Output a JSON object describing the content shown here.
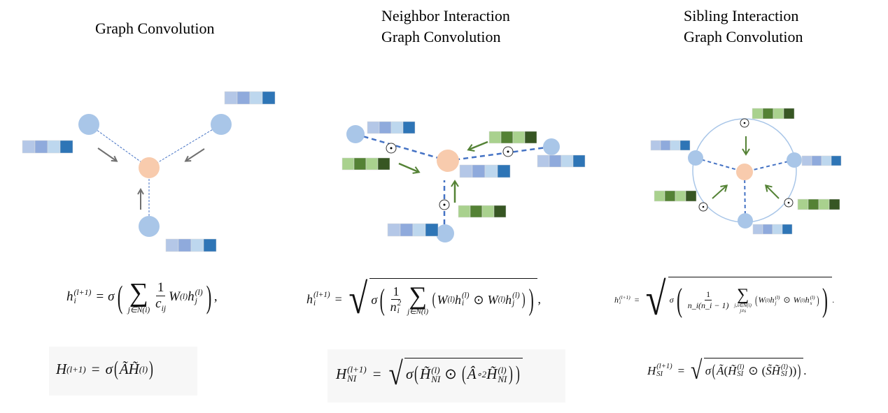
{
  "panels": [
    {
      "title_lines": [
        "Graph Convolution"
      ]
    },
    {
      "title_lines": [
        "Neighbor Interaction",
        "Graph Convolution"
      ]
    },
    {
      "title_lines": [
        "Sibling Interaction",
        "Graph Convolution"
      ]
    }
  ],
  "colors": {
    "center_node": "#F8CBAD",
    "neighbor_node": "#A9C6E8",
    "edge": "#4472C4",
    "ring": "#A9C6E8",
    "blue_vector": [
      "#B4C7E7",
      "#8FAADC",
      "#BDD7EE",
      "#2E75B6"
    ],
    "green_vector": [
      "#A9D18E",
      "#548235",
      "#A9D18E",
      "#375623"
    ],
    "gray_arrow": "#707070",
    "green_arrow": "#548235"
  },
  "formulas": {
    "gc_node": {
      "lhs": "h",
      "lhs_sub": "i",
      "lhs_sup": "(l+1)",
      "eq": "=",
      "sigma": "σ",
      "sum": "∑",
      "sum_lim": "j∈N(i)",
      "frac_num": "1",
      "frac_den": "c",
      "frac_den_sub": "ij",
      "w": "W",
      "w_sup": "(l)",
      "h": "h",
      "h_sub": "j",
      "h_sup": "(l)",
      "tail": ","
    },
    "gc_matrix": {
      "lhs": "H",
      "lhs_sup": "(l+1)",
      "eq": "=",
      "sigma": "σ",
      "a": "Ã",
      "h": "H̃",
      "h_sup": "(l)"
    },
    "ni_node": {
      "lhs": "h",
      "lhs_sub": "i",
      "lhs_sup": "(l+1)",
      "eq": "=",
      "sigma": "σ",
      "frac_num": "1",
      "frac_den": "n",
      "frac_den_sub": "i",
      "frac_den_sup": "2",
      "sum": "∑",
      "sum_lim": "j∈N(i)",
      "w": "W",
      "w_sup": "(l)",
      "h1": "h",
      "h1_sub": "i",
      "h1_sup": "(l)",
      "odot": "⊙",
      "h2": "h",
      "h2_sub": "j",
      "h2_sup": "(l)",
      "tail": ","
    },
    "ni_matrix": {
      "lhs": "H",
      "lhs_sub": "NI",
      "lhs_sup": "(l+1)",
      "eq": "=",
      "sigma": "σ",
      "h": "H̃",
      "h_sub": "NI",
      "h_sup": "(l)",
      "odot": "⊙",
      "a": "Â",
      "a_sup": "∘2"
    },
    "si_node": {
      "lhs": "h",
      "lhs_sub": "i",
      "lhs_sup": "(l+1)",
      "eq": "=",
      "sigma": "σ",
      "frac_num": "1",
      "frac_den": "n_i(n_i − 1)",
      "sum": "∑",
      "sum_lim1": "j,s∈N(i)",
      "sum_lim2": "j≠s",
      "w": "W",
      "w_sup": "(l)",
      "h1": "h",
      "h1_sub": "j",
      "h1_sup": "(l)",
      "odot": "⊙",
      "h2": "h",
      "h2_sub": "s",
      "h2_sup": "(l)",
      "tail": "."
    },
    "si_matrix": {
      "lhs": "H",
      "lhs_sub": "SI",
      "lhs_sup": "(l+1)",
      "eq": "=",
      "sigma": "σ",
      "a": "Ã",
      "h": "H̃",
      "h_sub": "SI",
      "h_sup": "(l)",
      "odot": "⊙",
      "s": "S̃",
      "tail": "."
    },
    "odot_symbol": "⊙"
  }
}
